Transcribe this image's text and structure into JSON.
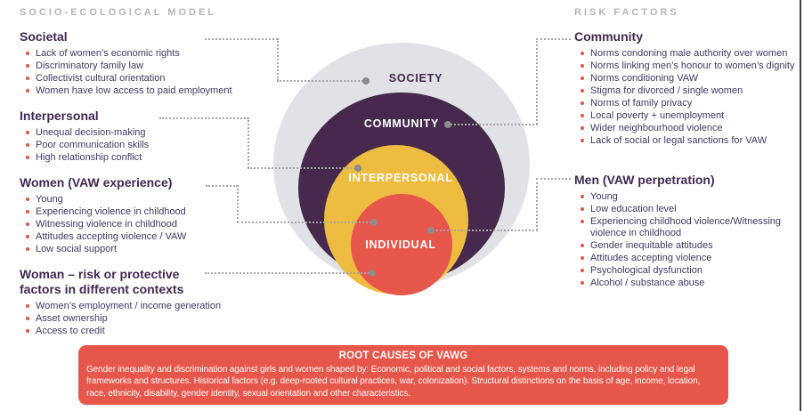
{
  "left_panel": {
    "title": "SOCIO-ECOLOGICAL MODEL",
    "sections": [
      {
        "heading": "Societal",
        "bullets": [
          "Lack of women’s economic rights",
          "Discriminatory family law",
          "Collectivist cultural orientation",
          "Women have low access to paid employment"
        ]
      },
      {
        "heading": "Interpersonal",
        "bullets": [
          "Unequal decision-making",
          "Poor communication skills",
          "High relationship conflict"
        ]
      },
      {
        "heading": "Women (VAW experience)",
        "bullets": [
          "Young",
          "Experiencing violence in childhood",
          "Witnessing violence in childhood",
          "Attitudes accepting violence / VAW",
          "Low social support"
        ]
      },
      {
        "heading": "Woman – risk or protective factors in different contexts",
        "bullets": [
          "Women’s employment / income generation",
          "Asset ownership",
          "Access to credit"
        ]
      }
    ]
  },
  "right_panel": {
    "title": "RISK FACTORS",
    "sections": [
      {
        "heading": "Community",
        "bullets": [
          "Norms condoning male authority over women",
          "Norms linking men’s honour to women’s dignity",
          "Norms conditioning VAW",
          "Stigma for divorced / single women",
          "Norms of family privacy",
          "Local poverty + unemployment",
          "Wider neighbourhood violence",
          "Lack of social or legal sanctions for VAW"
        ]
      },
      {
        "heading": "Men (VAW perpetration)",
        "bullets": [
          "Young",
          "Low education level",
          "Experiencing childhood violence/Witnessing violence in childhood",
          "Gender inequitable attitudes",
          "Attitudes accepting violence",
          "Psychological dysfunction",
          "Alcohol / substance abuse"
        ]
      }
    ]
  },
  "diagram": {
    "rings": [
      {
        "label": "SOCIETY",
        "color": "#e1e2e6"
      },
      {
        "label": "COMMUNITY",
        "color": "#46294d"
      },
      {
        "label": "INTERPERSONAL",
        "color": "#eebc40"
      },
      {
        "label": "INDIVIDUAL",
        "color": "#e7564a"
      }
    ]
  },
  "banner": {
    "title": "ROOT CAUSES OF VAWG",
    "body": "Gender inequality and discrimination against girls and women shaped by: Economic, political and social factors, systems and norms, including policy and legal frameworks and structures. Historical factors (e.g. deep-rooted cultural practices, war, colonization). Structural distinctions on the basis of age, income, location, race, ethnicity, disability, gender identity, sexual orientation and other characteristics."
  },
  "colors": {
    "banner_red": "#e7564a",
    "bullet_dot": "#e0564a",
    "heading_purple": "#3f2a53",
    "body_text": "#3e3a64",
    "title_gray": "#b7b4b7",
    "connector_gray": "#a6a6a6",
    "connector_dot_gray": "#8c8c8c"
  }
}
